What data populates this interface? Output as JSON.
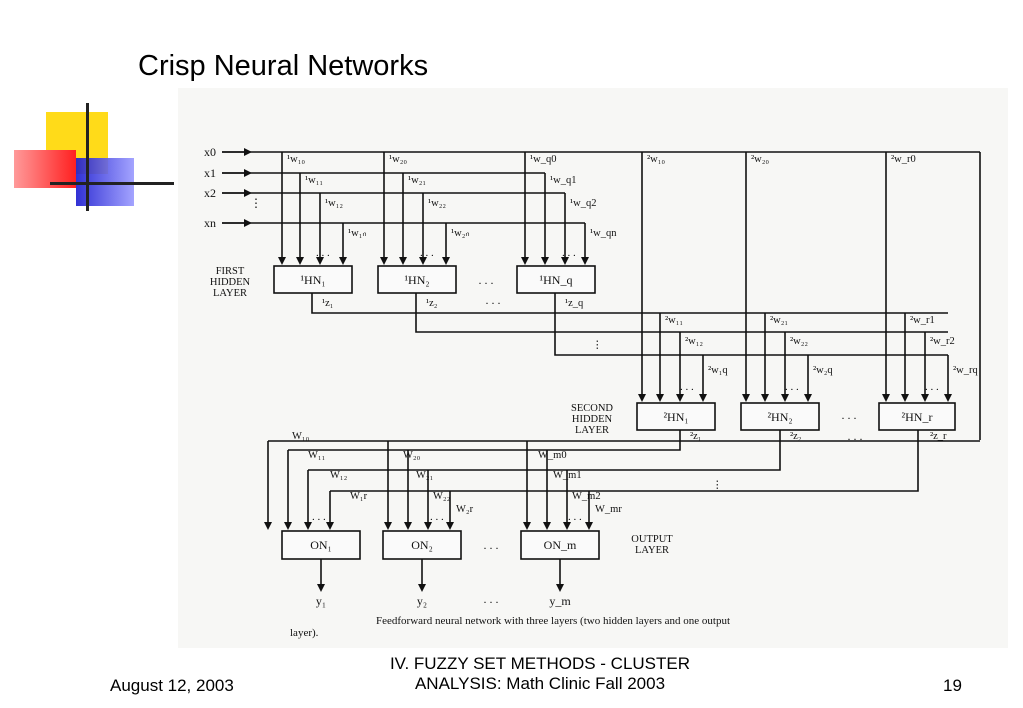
{
  "slide": {
    "title": "Crisp Neural Networks",
    "footer_left": "August 12, 2003",
    "footer_center": "IV. FUZZY SET METHODS - CLUSTER ANALYSIS: Math Clinic Fall 2003",
    "footer_right": "19"
  },
  "decoration": {
    "yellow": "#ffd700",
    "red": "#ff3b3b",
    "blue": "#3b3be0"
  },
  "diagram": {
    "inputs": [
      "x0",
      "x1",
      "x2",
      "xn"
    ],
    "first_layer_label": [
      "FIRST",
      "HIDDEN",
      "LAYER"
    ],
    "second_layer_label": [
      "SECOND",
      "HIDDEN",
      "LAYER"
    ],
    "output_layer_label": [
      "OUTPUT",
      "LAYER"
    ],
    "first_nodes": [
      {
        "name": "¹HN₁",
        "out": "¹z₁",
        "weights": [
          "¹w₁₀",
          "¹w₁₁",
          "¹w₁₂",
          "¹w₁ₙ"
        ]
      },
      {
        "name": "¹HN₂",
        "out": "¹z₂",
        "weights": [
          "¹w₂₀",
          "¹w₂₁",
          "¹w₂₂",
          "¹w₂ₙ"
        ]
      },
      {
        "name": "¹HN_q",
        "out": "¹z_q",
        "weights": [
          "¹w_q0",
          "¹w_q1",
          "¹w_q2",
          "¹w_qn"
        ]
      }
    ],
    "second_nodes": [
      {
        "name": "²HN₁",
        "out": "²z₁",
        "weights": [
          "²w₁₀",
          "²w₁₁",
          "²w₁₂",
          "²w₁q"
        ]
      },
      {
        "name": "²HN₂",
        "out": "²z₂",
        "weights": [
          "²w₂₀",
          "²w₂₁",
          "²w₂₂",
          "²w₂q"
        ]
      },
      {
        "name": "²HN_r",
        "out": "²z_r",
        "weights": [
          "²w_r0",
          "²w_r1",
          "²w_r2",
          "²w_rq"
        ]
      }
    ],
    "output_nodes": [
      {
        "name": "ON₁",
        "out": "y₁",
        "weights": [
          "W₁₀",
          "W₁₁",
          "W₁₂",
          "W₁r"
        ]
      },
      {
        "name": "ON₂",
        "out": "y₂",
        "weights": [
          "W₂₀",
          "W₂₁",
          "W₂₂",
          "W₂r"
        ]
      },
      {
        "name": "ON_m",
        "out": "y_m",
        "weights": [
          "W_m0",
          "W_m1",
          "W_m2",
          "W_mr"
        ]
      }
    ],
    "ellipsis": ". . .",
    "caption_line1": "Feedforward neural network with three layers (two hidden layers and one output",
    "caption_line2": "layer)."
  }
}
